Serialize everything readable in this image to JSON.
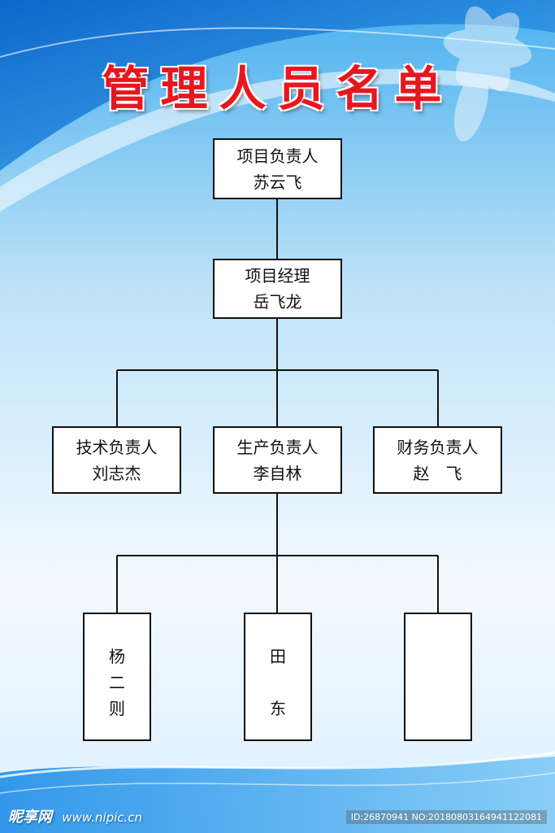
{
  "title": "管理人员名单",
  "nodes": {
    "project_head": {
      "role": "项目负责人",
      "name": "苏云飞"
    },
    "project_manager": {
      "role": "项目经理",
      "name": "岳飞龙"
    },
    "tech_head": {
      "role": "技术负责人",
      "name": "刘志杰"
    },
    "production_head": {
      "role": "生产负责人",
      "name": "李自林"
    },
    "finance_head": {
      "role": "财务负责人",
      "name": "赵　飞"
    },
    "member_1": {
      "chars": [
        "杨",
        "二",
        "则"
      ]
    },
    "member_2": {
      "chars": [
        "田",
        "",
        "东"
      ]
    },
    "member_3": {
      "chars": []
    }
  },
  "watermark": {
    "logo": "昵享网",
    "url": "www.nipic.cn",
    "id": "ID:26870941 NO:20180803164941122081"
  },
  "colors": {
    "title": "#e8161e",
    "background_top": "#1e7fd8",
    "background_light": "#f2f8ff",
    "lines": "#111111"
  }
}
